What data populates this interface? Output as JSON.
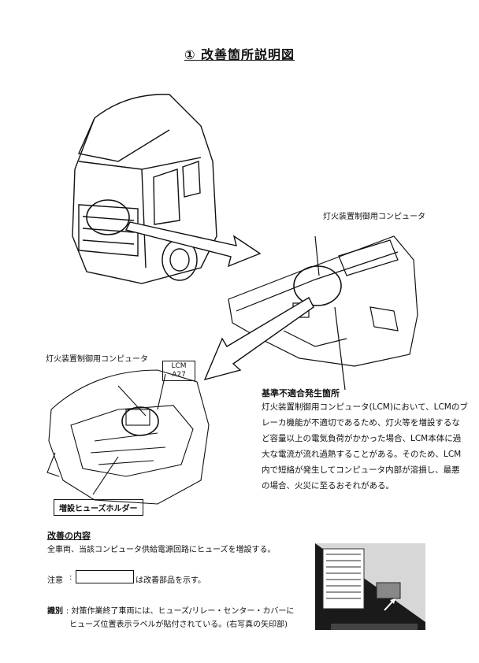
{
  "title": "① 改善箇所説明図",
  "labels": {
    "computer_top": "灯火装置制御用コンピュータ",
    "computer_left": "灯火装置制御用コンピュータ",
    "lcm_tag_line1": "LCM",
    "lcm_tag_line2": "A27",
    "fuse_holder": "増設ヒューズホルダー"
  },
  "defect": {
    "heading": "基準不適合発生箇所",
    "body": "灯火装置制御用コンピュータ(LCM)において、LCMのブレーカ機能が不適切であるため、灯火等を増設するなど容量以上の電気負荷がかかった場合、LCM本体に過大な電流が流れ過熱することがある。そのため、LCM内で短絡が発生してコンピュータ内部が溶損し、最悪の場合、火災に至るおそれがある。"
  },
  "improvement": {
    "heading": "改善の内容",
    "body": "全車両、当該コンピュータ供給電源回路にヒューズを増設する。"
  },
  "note": {
    "label": "注意",
    "colon": ":",
    "text": "は改善部品を示す。"
  },
  "identification": {
    "label": "識別",
    "line1": ": 対策作業終了車両には、ヒューズ/リレー・センター・カバーに",
    "line2": "ヒューズ位置表示ラベルが貼付されている。(右写真の矢印部)"
  }
}
